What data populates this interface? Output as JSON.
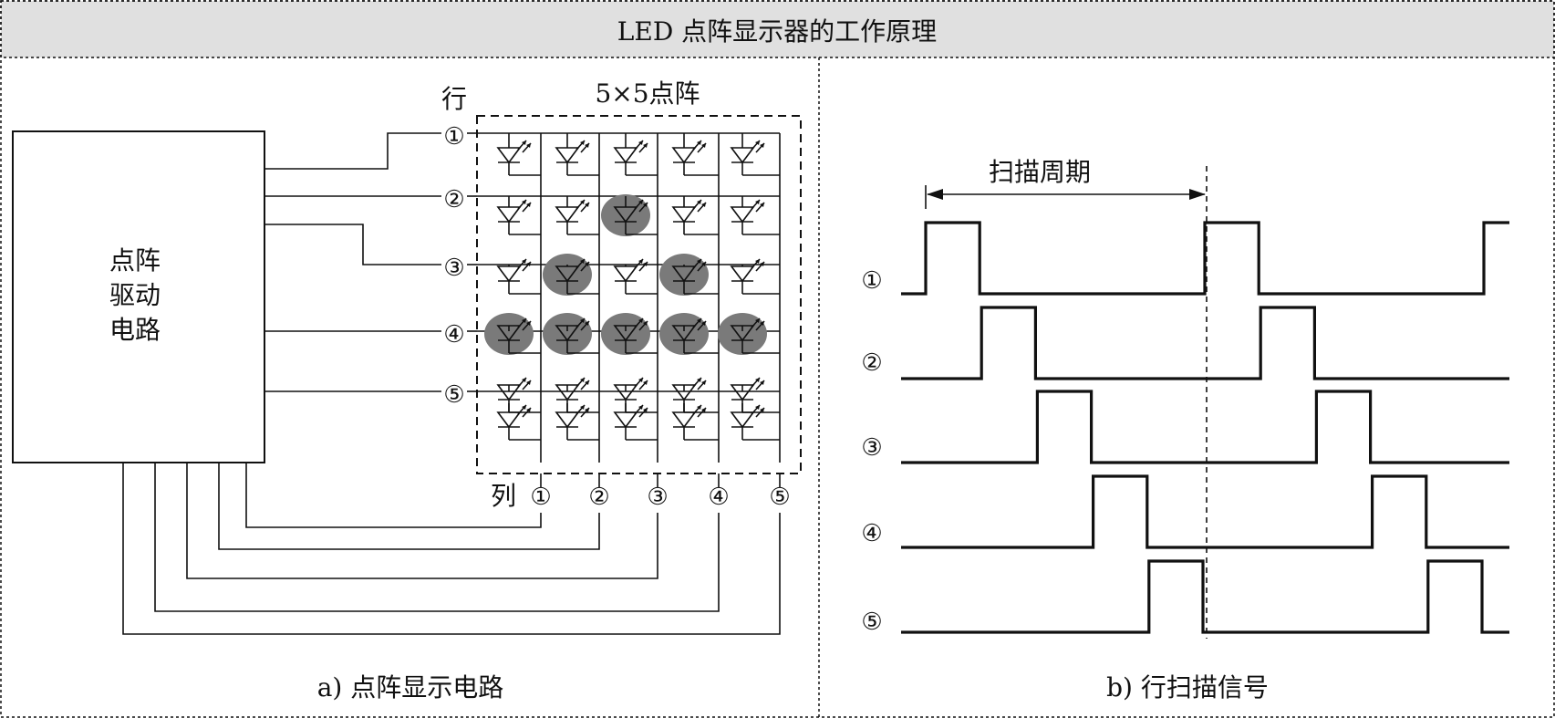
{
  "title": "LED 点阵显示器的工作原理",
  "panel_a": {
    "caption": "a) 点阵显示电路",
    "matrix_label": "5×5点阵",
    "row_label": "行",
    "col_label": "列",
    "driver_lines": [
      "点阵",
      "驱动",
      "电路"
    ],
    "row_markers": [
      "①",
      "②",
      "③",
      "④",
      "⑤"
    ],
    "col_markers": [
      "①",
      "②",
      "③",
      "④",
      "⑤"
    ],
    "matrix_size": 5,
    "lit_leds": [
      [
        1,
        2
      ],
      [
        2,
        1
      ],
      [
        2,
        3
      ],
      [
        3,
        0
      ],
      [
        3,
        1
      ],
      [
        3,
        2
      ],
      [
        3,
        3
      ],
      [
        3,
        4
      ]
    ],
    "highlight_color": "#7a7a7a"
  },
  "panel_b": {
    "caption": "b) 行扫描信号",
    "period_label": "扫描周期",
    "row_markers": [
      "①",
      "②",
      "③",
      "④",
      "⑤"
    ],
    "pulse_slots": 5,
    "cycles_shown": 2.2
  },
  "colors": {
    "title_bg": "#e0e0e0",
    "line": "#111111"
  }
}
